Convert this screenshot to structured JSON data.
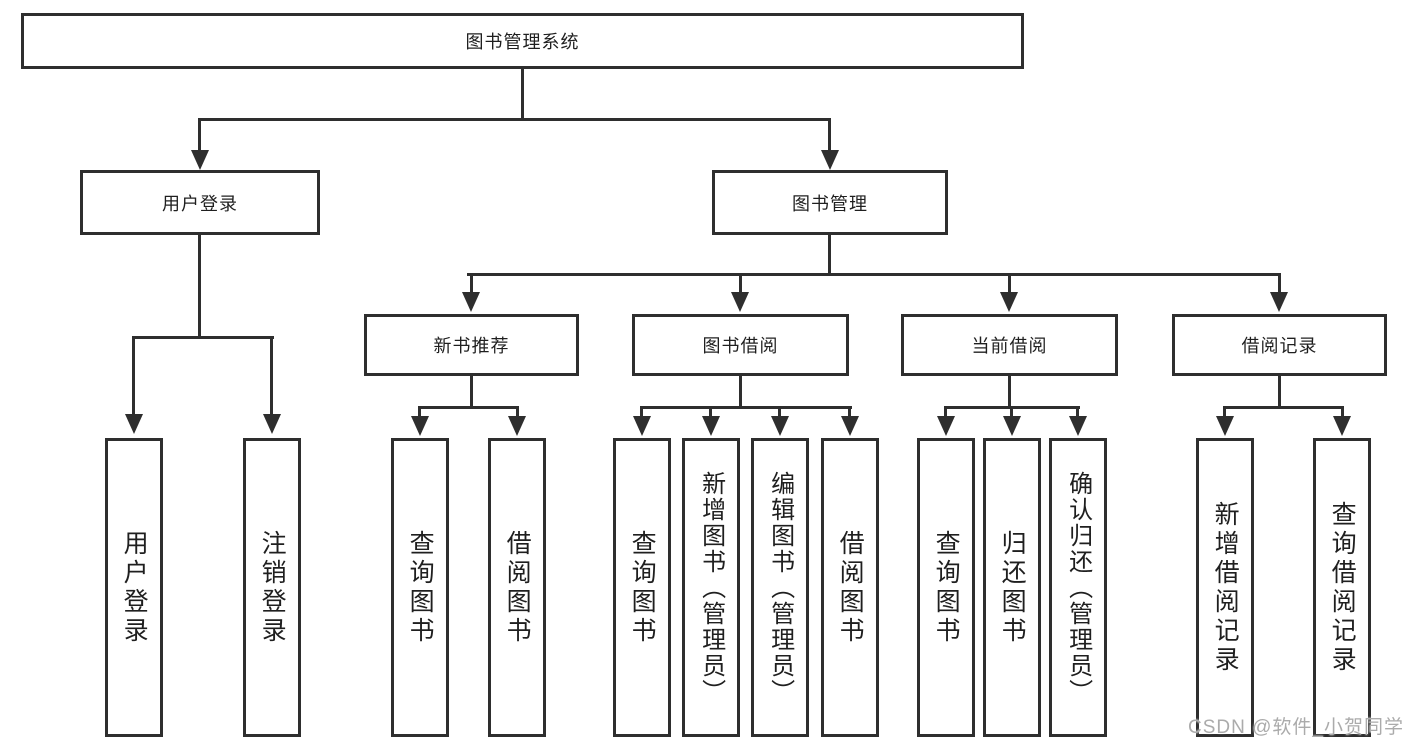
{
  "page": {
    "background_color": "#ffffff",
    "line_color": "#2e2e2e",
    "text_color": "#1f1f1f"
  },
  "watermark": {
    "text": "CSDN @软件_小贺同学",
    "color": "#ababab"
  },
  "tree": {
    "root": {
      "label": "图书管理系统"
    },
    "level2": [
      {
        "label": "用户登录"
      },
      {
        "label": "图书管理"
      }
    ],
    "level3": [
      {
        "label": "新书推荐"
      },
      {
        "label": "图书借阅"
      },
      {
        "label": "当前借阅"
      },
      {
        "label": "借阅记录"
      }
    ],
    "leaves": {
      "user": [
        {
          "label": "用户登录"
        },
        {
          "label": "注销登录"
        }
      ],
      "recommend": [
        {
          "label": "查询图书"
        },
        {
          "label": "借阅图书"
        }
      ],
      "borrow": [
        {
          "label": "查询图书"
        },
        {
          "label": "新增图书（管理员）"
        },
        {
          "label": "编辑图书（管理员）"
        },
        {
          "label": "借阅图书"
        }
      ],
      "current": [
        {
          "label": "查询图书"
        },
        {
          "label": "归还图书"
        },
        {
          "label": "确认归还（管理员）"
        }
      ],
      "records": [
        {
          "label": "新增借阅记录"
        },
        {
          "label": "查询借阅记录"
        }
      ]
    }
  }
}
